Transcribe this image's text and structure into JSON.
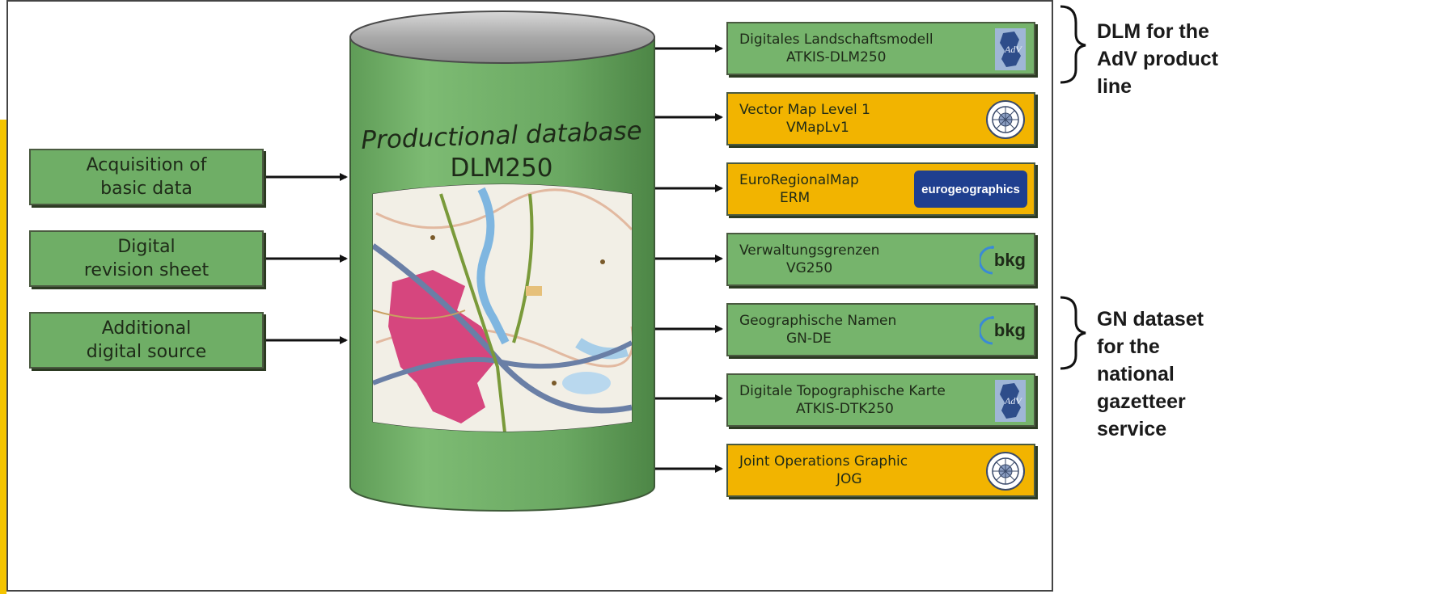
{
  "database": {
    "title_line1": "Productional database",
    "title_line2": "DLM250"
  },
  "inputs": [
    {
      "line1": "Acquisition of",
      "line2": "basic data"
    },
    {
      "line1": "Digital",
      "line2": "revision sheet"
    },
    {
      "line1": "Additional",
      "line2": "digital source"
    }
  ],
  "outputs": [
    {
      "line1": "Digitales Landschaftsmodell",
      "line2": "ATKIS-DLM250",
      "color": "#76b46c",
      "logo": "adv-logo"
    },
    {
      "line1": "Vector Map Level 1",
      "line2": "VMapLv1",
      "color": "#f2b400",
      "logo": "seal-logo"
    },
    {
      "line1": "EuroRegionalMap",
      "line2": "ERM",
      "color": "#f2b400",
      "logo": "eurogeographics-logo",
      "logo_text": "eurogeographics"
    },
    {
      "line1": "Verwaltungsgrenzen",
      "line2": "VG250",
      "color": "#76b46c",
      "logo": "bkg-logo",
      "logo_text": "bkg"
    },
    {
      "line1": "Geographische Namen",
      "line2": "GN-DE",
      "color": "#76b46c",
      "logo": "bkg-logo",
      "logo_text": "bkg"
    },
    {
      "line1": "Digitale Topographische Karte",
      "line2": "ATKIS-DTK250",
      "color": "#76b46c",
      "logo": "adv-logo"
    },
    {
      "line1": "Joint Operations Graphic",
      "line2": "JOG",
      "color": "#f2b400",
      "logo": "seal-logo"
    }
  ],
  "annotations": {
    "dlm": {
      "lines": [
        "DLM for the",
        "AdV product",
        "line"
      ]
    },
    "gn": {
      "lines": [
        "GN dataset",
        "for the",
        "national",
        "gazetteer",
        "service"
      ]
    }
  }
}
